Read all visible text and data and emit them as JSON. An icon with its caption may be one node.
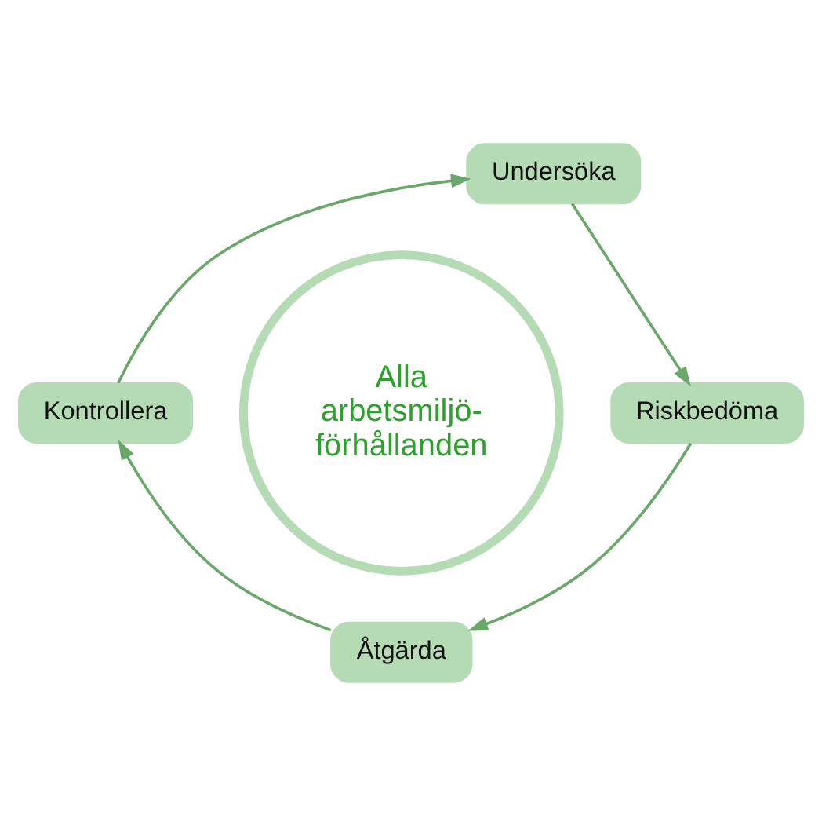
{
  "diagram": {
    "nodes": [
      {
        "text": [
          "Alla arbetsmiljö- förhållanden"
        ]
      },
      {
        "text": [
          "Undersöka"
        ]
      },
      {
        "text": [
          "Riskbedöma"
        ]
      },
      {
        "text": [
          "Åtgärda"
        ]
      },
      {
        "text": [
          "Kontrollera"
        ]
      }
    ],
    "edges": [
      {
        "from": 1,
        "to": 2,
        "arrow": "to"
      },
      {
        "from": 2,
        "to": 3,
        "arrow": "to"
      },
      {
        "from": 3,
        "to": 4,
        "arrow": "to"
      },
      {
        "from": 4,
        "to": 1,
        "arrow": "to"
      }
    ]
  }
}
